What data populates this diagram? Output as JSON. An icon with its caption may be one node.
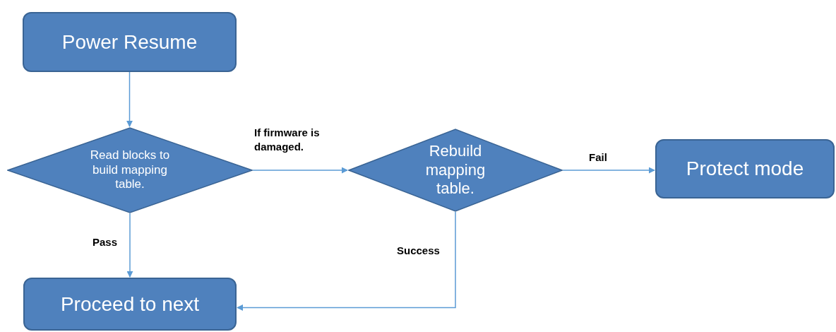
{
  "diagram": {
    "nodes": [
      {
        "text": [
          "Power Resume"
        ]
      },
      {
        "text": [
          "Read blocks to build mapping table."
        ]
      },
      {
        "text": [
          "Rebuild mapping table."
        ]
      },
      {
        "text": [
          "Protect mode"
        ]
      },
      {
        "text": [
          "Proceed to next"
        ]
      }
    ],
    "edges": [
      {
        "from": 0,
        "to": 1,
        "arrow": "to"
      },
      {
        "from": 1,
        "to": 2,
        "arrow": "to",
        "label": "If firmware is damaged."
      },
      {
        "from": 2,
        "to": 3,
        "arrow": "to",
        "label": "Fail"
      },
      {
        "from": 1,
        "to": 4,
        "arrow": "to",
        "label": "Pass"
      },
      {
        "from": 2,
        "to": 4,
        "arrow": "to",
        "label": "Success"
      }
    ]
  }
}
